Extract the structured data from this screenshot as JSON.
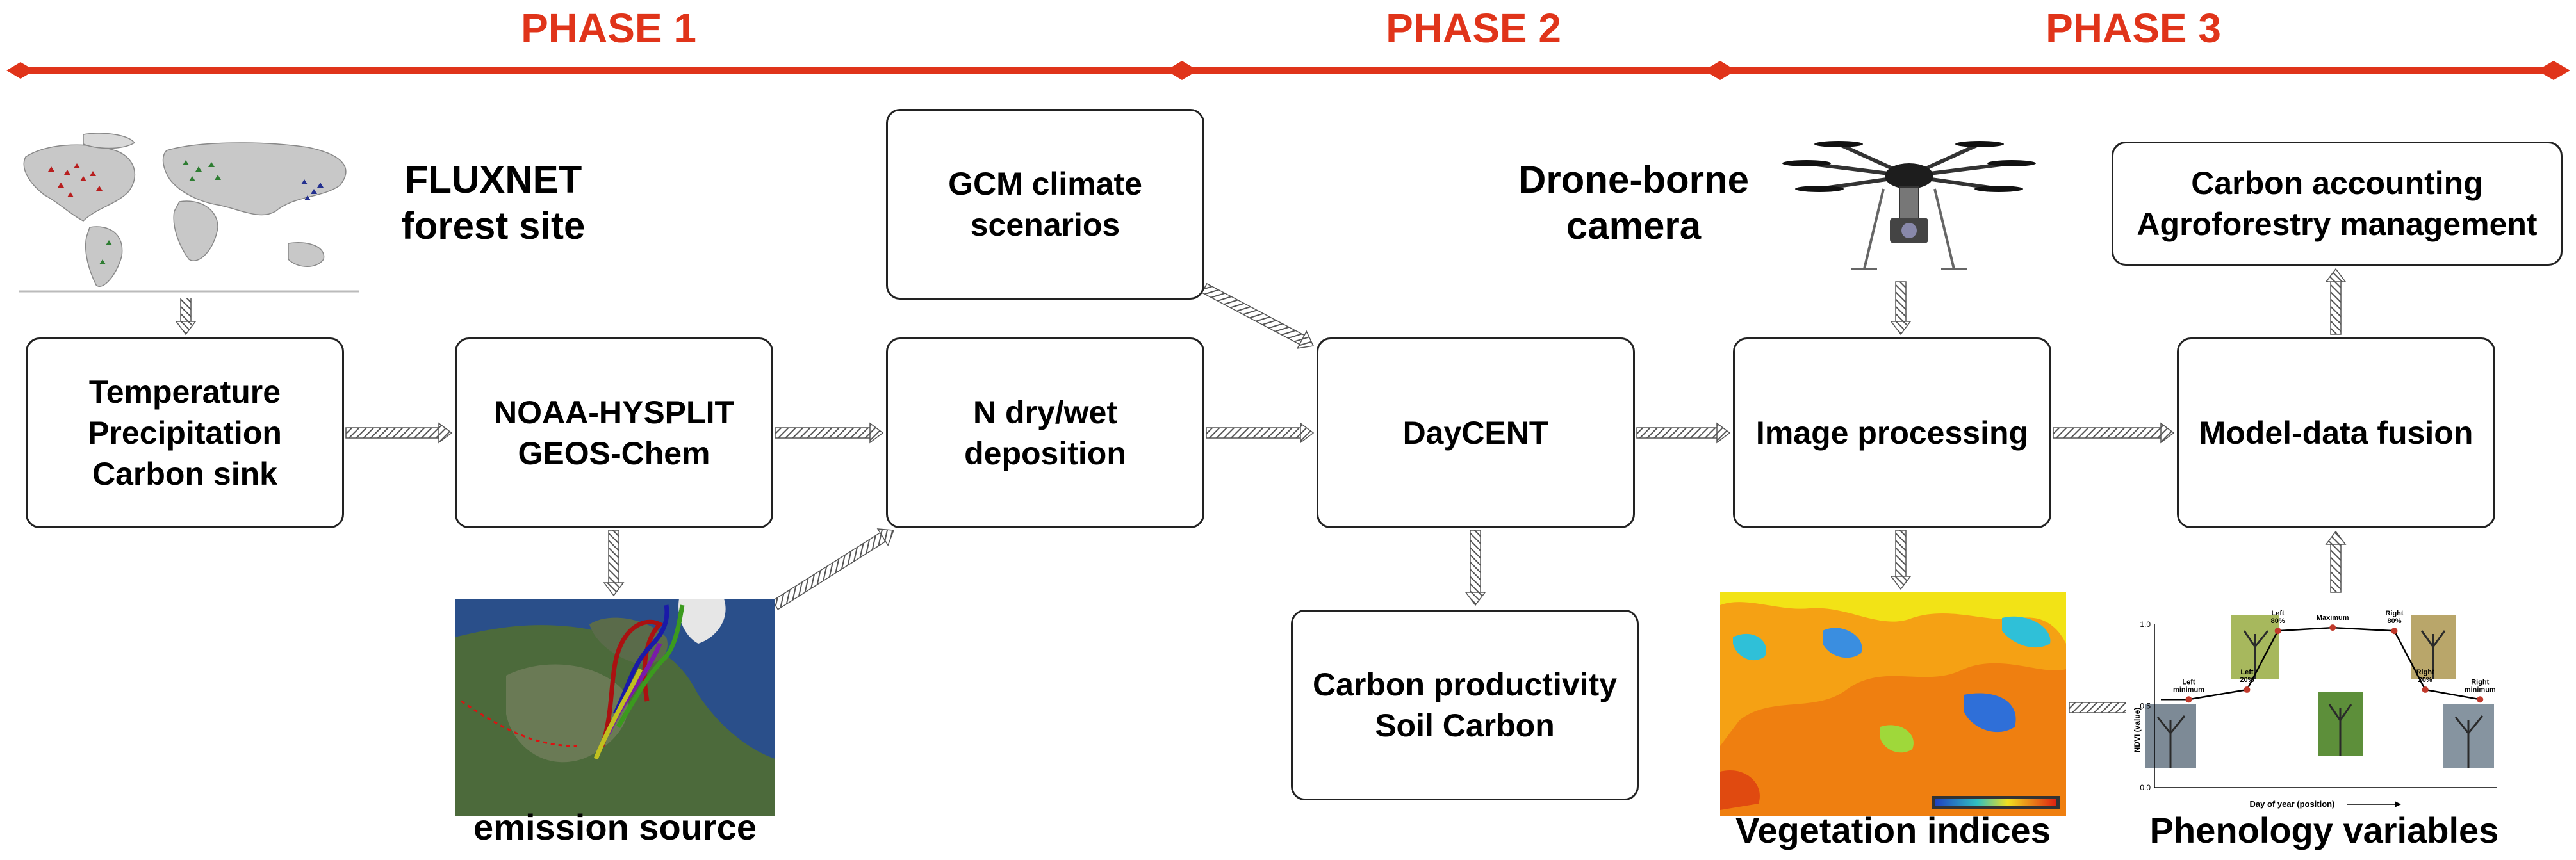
{
  "phases": [
    {
      "label": "PHASE 1"
    },
    {
      "label": "PHASE 2"
    },
    {
      "label": "PHASE 3"
    }
  ],
  "boxes": {
    "temperature": "Temperature\nPrecipitation\nCarbon sink",
    "noaa": "NOAA-HYSPLIT\nGEOS-Chem",
    "gcm": "GCM climate\nscenarios",
    "ndep": "N dry/wet\ndeposition",
    "daycent": "DayCENT",
    "carbon_prod": "Carbon productivity\nSoil Carbon",
    "image_proc": "Image processing",
    "model_fusion": "Model-data fusion",
    "carbon_acct": "Carbon accounting\nAgroforestry management"
  },
  "captions": {
    "fluxnet": "FLUXNET\nforest site",
    "drone": "Drone-borne\ncamera",
    "emission": "emission source",
    "vegetation": "Vegetation indices",
    "phenology": "Phenology variables"
  },
  "phenology_plot": {
    "ylabel": "NDVI (value)",
    "xlabel": "Day of year (position)",
    "yticks": [
      "0.0",
      "0.5",
      "1.0"
    ],
    "points": [
      {
        "label": "Left\nminimum"
      },
      {
        "label": "Left\n20%"
      },
      {
        "label": "Left\n80%"
      },
      {
        "label": "Maximum"
      },
      {
        "label": "Right\n80%"
      },
      {
        "label": "Right\n20%"
      },
      {
        "label": "Right\nminimum"
      }
    ]
  },
  "colors": {
    "phase": "#e0341a",
    "arrow": "#555555",
    "box_border": "#222222"
  }
}
